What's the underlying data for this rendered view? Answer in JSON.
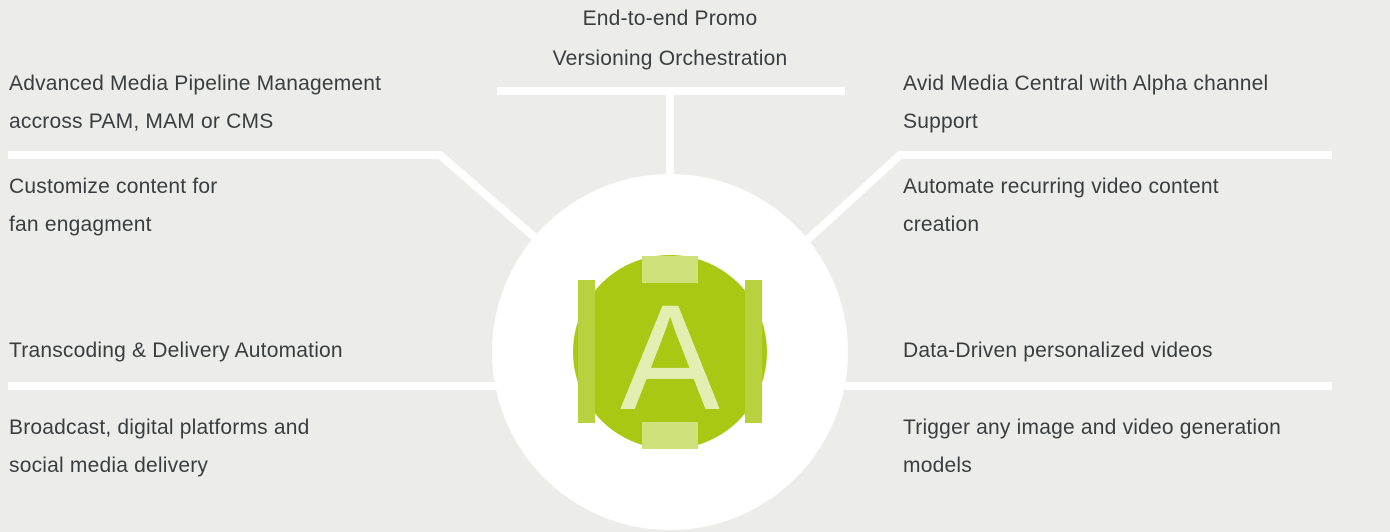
{
  "colors": {
    "background": "#ecedea",
    "connector": "#ffffff",
    "text": "#3a3d3f",
    "logo_green": "#a9c813",
    "logo_light": "#cfe17a",
    "logo_letter": "#e3eeb2"
  },
  "logo": {
    "letter": "A"
  },
  "features": {
    "top": {
      "line1": "End-to-end Promo",
      "line2": "Versioning Orchestration"
    },
    "left_upper_a": {
      "line1": "Advanced Media Pipeline Management",
      "line2": "accross PAM, MAM or CMS"
    },
    "left_upper_b": {
      "line1": "Customize content for",
      "line2": "fan engagment"
    },
    "left_lower_a": {
      "line1": "Transcoding & Delivery Automation"
    },
    "left_lower_b": {
      "line1": "Broadcast, digital platforms and",
      "line2": "social media delivery"
    },
    "right_upper_a": {
      "line1": "Avid Media Central with Alpha channel",
      "line2": "Support"
    },
    "right_upper_b": {
      "line1": "Automate recurring video content",
      "line2": "creation"
    },
    "right_lower_a": {
      "line1": "Data-Driven personalized videos"
    },
    "right_lower_b": {
      "line1": "Trigger any image and video generation",
      "line2": "models"
    }
  }
}
